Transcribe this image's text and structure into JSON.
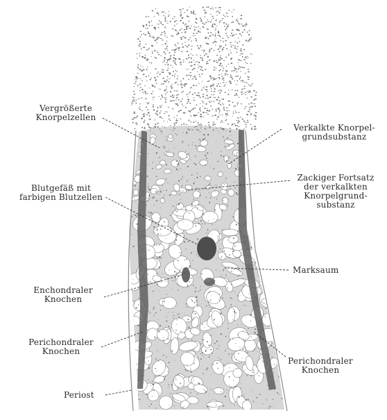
{
  "labels": {
    "vergroesserte": "Vergrößerte\nKnorpelzellen",
    "verkalkte": "Verkalkte Knorpel-\ngrundsubstanz",
    "blutgefaess": "Blutgefäß mit\nfarbigen Blutzellen",
    "zackiger": "Zackiger Fortsatz\nder verkalkten\nKnorpelgrund-\nsubstanz",
    "marksaum": "Marksaum",
    "enchondraler": "Enchondraler\nKnochen",
    "perichondraler_left": "Perichondraler\nKnochen",
    "perichondraler_right": "Perichondraler\nKnochen",
    "periost": "Periost"
  },
  "colors": {
    "ink": "#2a2a2a",
    "tissue_dark": "#6d6d6d",
    "tissue_mid": "#9a9a9a",
    "tissue_light": "#c8c8c8"
  }
}
